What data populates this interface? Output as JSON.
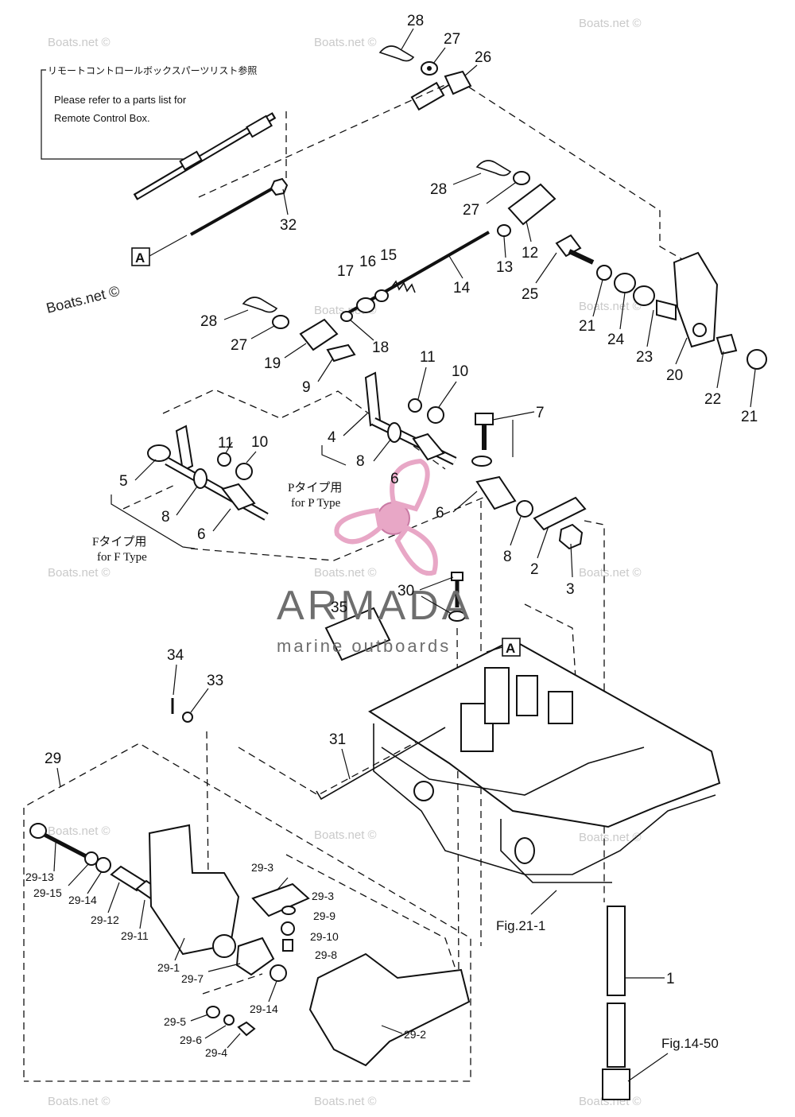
{
  "note": {
    "japanese": "リモートコントロールボックスパーツリスト参照",
    "english_line1": "Please refer to a parts list for",
    "english_line2": "Remote Control Box."
  },
  "type_labels": {
    "p_type_jp": "Pタイプ用",
    "p_type_en": "for P Type",
    "f_type_jp": "Fタイプ用",
    "f_type_en": "for F Type"
  },
  "figure_refs": {
    "engine": "Fig.21-1",
    "shaft": "Fig.14-50"
  },
  "box_label": "A",
  "watermark": {
    "text": "Boats.net ©",
    "inline": "Boats.net ©"
  },
  "brand": {
    "name": "ARMADA",
    "tagline": "marine outboards",
    "pink": "#e8a7c6",
    "gray": "#6e6e6e"
  },
  "callouts": {
    "c1": "1",
    "c2": "2",
    "c3": "3",
    "c4": "4",
    "c5": "5",
    "c6a": "6",
    "c6b": "6",
    "c6c": "6",
    "c7": "7",
    "c8a": "8",
    "c8b": "8",
    "c8c": "8",
    "c9": "9",
    "c10a": "10",
    "c10b": "10",
    "c11a": "11",
    "c11b": "11",
    "c12": "12",
    "c13": "13",
    "c14": "14",
    "c15": "15",
    "c16": "16",
    "c17": "17",
    "c18": "18",
    "c19": "19",
    "c20": "20",
    "c21a": "21",
    "c21b": "21",
    "c22": "22",
    "c23": "23",
    "c24": "24",
    "c25": "25",
    "c26": "26",
    "c27a": "27",
    "c27b": "27",
    "c27c": "27",
    "c28a": "28",
    "c28b": "28",
    "c28c": "28",
    "c29": "29",
    "c30": "30",
    "c31": "31",
    "c32": "32",
    "c33": "33",
    "c34": "34",
    "c35": "35",
    "s29_1": "29-1",
    "s29_2": "29-2",
    "s29_3a": "29-3",
    "s29_3b": "29-3",
    "s29_4": "29-4",
    "s29_5": "29-5",
    "s29_6": "29-6",
    "s29_7": "29-7",
    "s29_8": "29-8",
    "s29_9": "29-9",
    "s29_10": "29-10",
    "s29_11": "29-11",
    "s29_12": "29-12",
    "s29_13": "29-13",
    "s29_14a": "29-14",
    "s29_14b": "29-14",
    "s29_15": "29-15"
  }
}
